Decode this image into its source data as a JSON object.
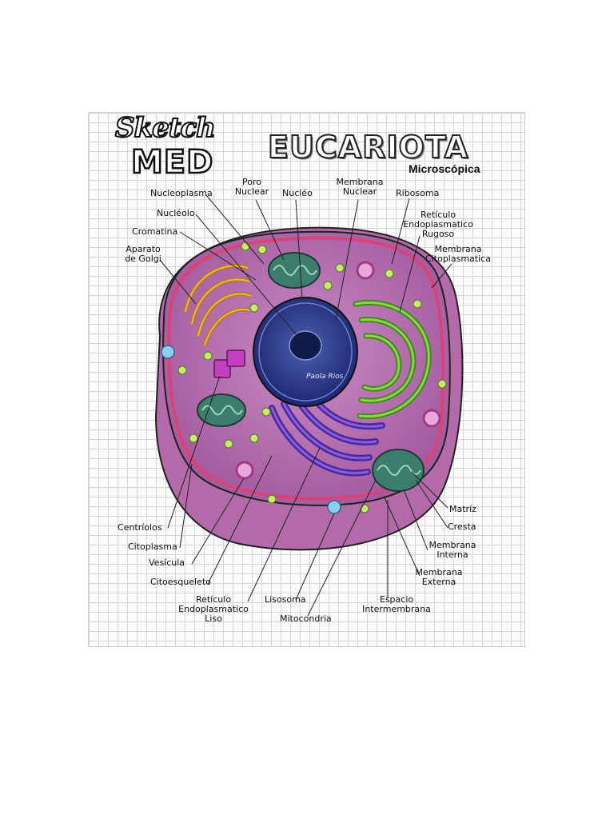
{
  "header": {
    "logo_top": "Sketch",
    "logo_bottom": "MED",
    "title": "EUCARIOTA",
    "subtitle": "Microscópica"
  },
  "signature": "Paola Rios",
  "labels": {
    "nucleoplasma": "Nucleoplasma",
    "poro_nuclear_1": "Poro",
    "poro_nuclear_2": "Nuclear",
    "nucleo": "Nucléo",
    "membrana_nuclear_1": "Membrana",
    "membrana_nuclear_2": "Nuclear",
    "ribosoma": "Ribosoma",
    "rer_1": "Retículo",
    "rer_2": "Endoplasmatico",
    "rer_3": "Rugoso",
    "nucleolo": "Nucléolo",
    "cromatina": "Cromatina",
    "membrana_cito_1": "Membrana",
    "membrana_cito_2": "Citoplasmatica",
    "golgi_1": "Aparato",
    "golgi_2": "de Golgi",
    "matriz": "Matríz",
    "cresta": "Cresta",
    "centriolos": "Centríolos",
    "membrana_interna_1": "Membrana",
    "membrana_interna_2": "Interna",
    "citoplasma": "Citoplasma",
    "vesicula": "Vesícula",
    "membrana_externa_1": "Membrana",
    "membrana_externa_2": "Externa",
    "citoesqueleto": "Citoesqueleto",
    "rel_1": "Retículo",
    "rel_2": "Endoplasmatico",
    "rel_3": "Liso",
    "lisosoma": "Lisosoma",
    "espacio_1": "Espacio",
    "espacio_2": "Intermembrana",
    "mitocondria": "Mitocondria"
  }
}
